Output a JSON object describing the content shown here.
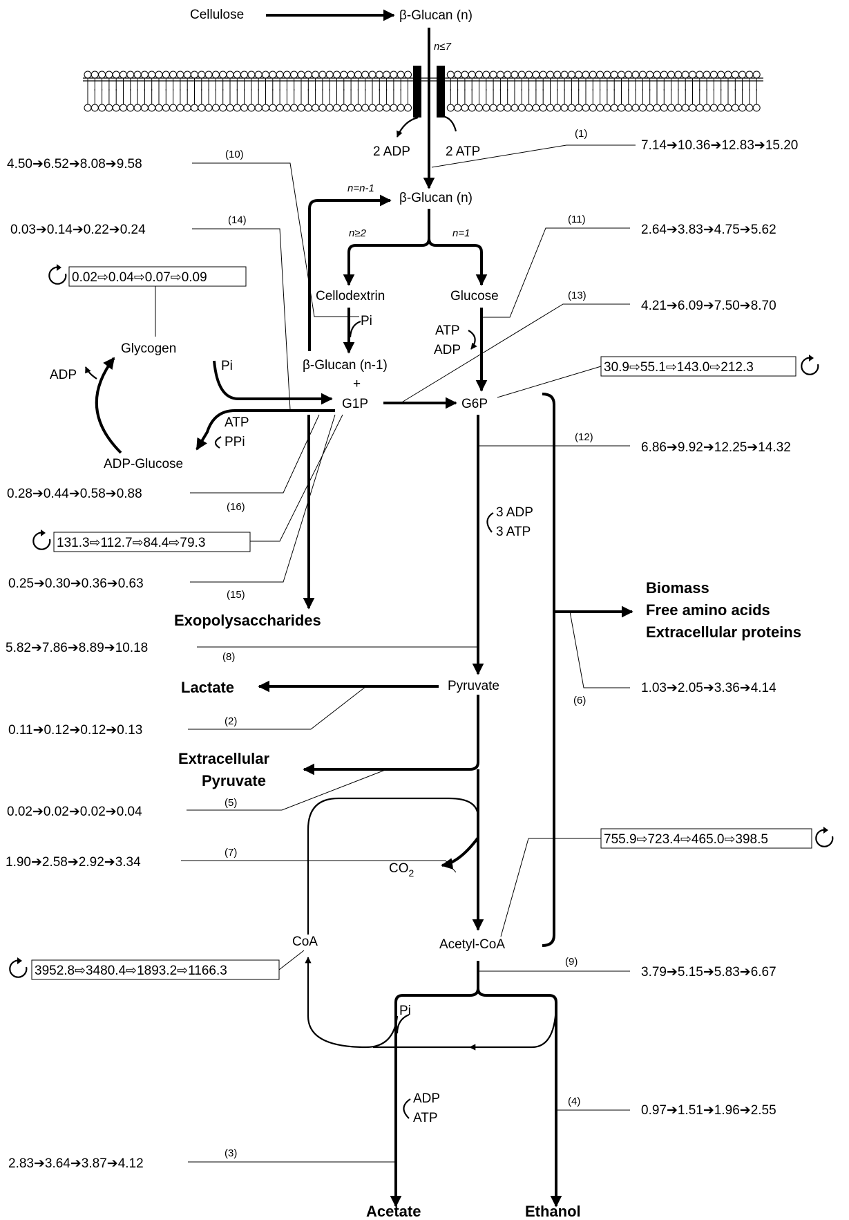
{
  "metabolites": {
    "cellulose": "Cellulose",
    "beta_glucan_n_top": "β-Glucan (n)",
    "n_le_7": "n≤7",
    "two_adp": "2 ADP",
    "two_atp": "2 ATP",
    "beta_glucan_n": "β-Glucan (n)",
    "n_eq_n_minus_1": "n=n-1",
    "n_ge_2": "n≥2",
    "n_eq_1": "n=1",
    "cellodextrin": "Cellodextrin",
    "glucose": "Glucose",
    "pi_cellodextrin": "Pi",
    "atp_glucose": "ATP",
    "adp_glucose_cof": "ADP",
    "glycogen": "Glycogen",
    "pi_glycogen": "Pi",
    "adp_glycogen": "ADP",
    "beta_glucan_n_minus_1": "β-Glucan (n-1)",
    "plus": "+",
    "g1p": "G1P",
    "g6p": "G6P",
    "atp_adpglc": "ATP",
    "ppi": "PPi",
    "adp_glucose": "ADP-Glucose",
    "three_adp": "3 ADP",
    "three_atp": "3 ATP",
    "exopolysaccharides": "Exopolysaccharides",
    "biomass": "Biomass",
    "free_amino_acids": "Free amino acids",
    "extracellular_proteins": "Extracellular proteins",
    "pyruvate": "Pyruvate",
    "lactate": "Lactate",
    "extracellular": "Extracellular",
    "extracellular_pyruvate": "Pyruvate",
    "co2": "CO",
    "co2_sub": "2",
    "coa": "CoA",
    "acetyl_coa": "Acetyl-CoA",
    "pi_acetate": "Pi",
    "adp_acetate": "ADP",
    "atp_acetate": "ATP",
    "acetate": "Acetate",
    "ethanol": "Ethanol"
  },
  "reactions": {
    "r1": {
      "label": "(1)",
      "values": "7.14➔10.36➔12.83➔15.20"
    },
    "r10": {
      "label": "(10)",
      "values": "4.50➔6.52➔8.08➔9.58"
    },
    "r14": {
      "label": "(14)",
      "values": "0.03➔0.14➔0.22➔0.24"
    },
    "r11": {
      "label": "(11)",
      "values": "2.64➔3.83➔4.75➔5.62"
    },
    "r13": {
      "label": "(13)",
      "values": "4.21➔6.09➔7.50➔8.70"
    },
    "r12": {
      "label": "(12)",
      "values": "6.86➔9.92➔12.25➔14.32"
    },
    "r16": {
      "label": "(16)",
      "values": "0.28➔0.44➔0.58➔0.88"
    },
    "r15": {
      "label": "(15)",
      "values": "0.25➔0.30➔0.36➔0.63"
    },
    "r8": {
      "label": "(8)",
      "values": "5.82➔7.86➔8.89➔10.18"
    },
    "r6": {
      "label": "(6)",
      "values": "1.03➔2.05➔3.36➔4.14"
    },
    "r2": {
      "label": "(2)",
      "values": "0.11➔0.12➔0.12➔0.13"
    },
    "r5": {
      "label": "(5)",
      "values": "0.02➔0.02➔0.02➔0.04"
    },
    "r7": {
      "label": "(7)",
      "values": "1.90➔2.58➔2.92➔3.34"
    },
    "r9": {
      "label": "(9)",
      "values": "3.79➔5.15➔5.83➔6.67"
    },
    "r4": {
      "label": "(4)",
      "values": "0.97➔1.51➔1.96➔2.55"
    },
    "r3": {
      "label": "(3)",
      "values": "2.83➔3.64➔3.87➔4.12"
    }
  },
  "pools": {
    "glycogen": "0.02⇨0.04⇨0.07⇨0.09",
    "g6p": "30.9⇨55.1⇨143.0⇨212.3",
    "g1p": "131.3⇨112.7⇨84.4⇨79.3",
    "acetyl_coa": "755.9⇨723.4⇨465.0⇨398.5",
    "coa": "3952.8⇨3480.4⇨1893.2⇨1166.3"
  }
}
